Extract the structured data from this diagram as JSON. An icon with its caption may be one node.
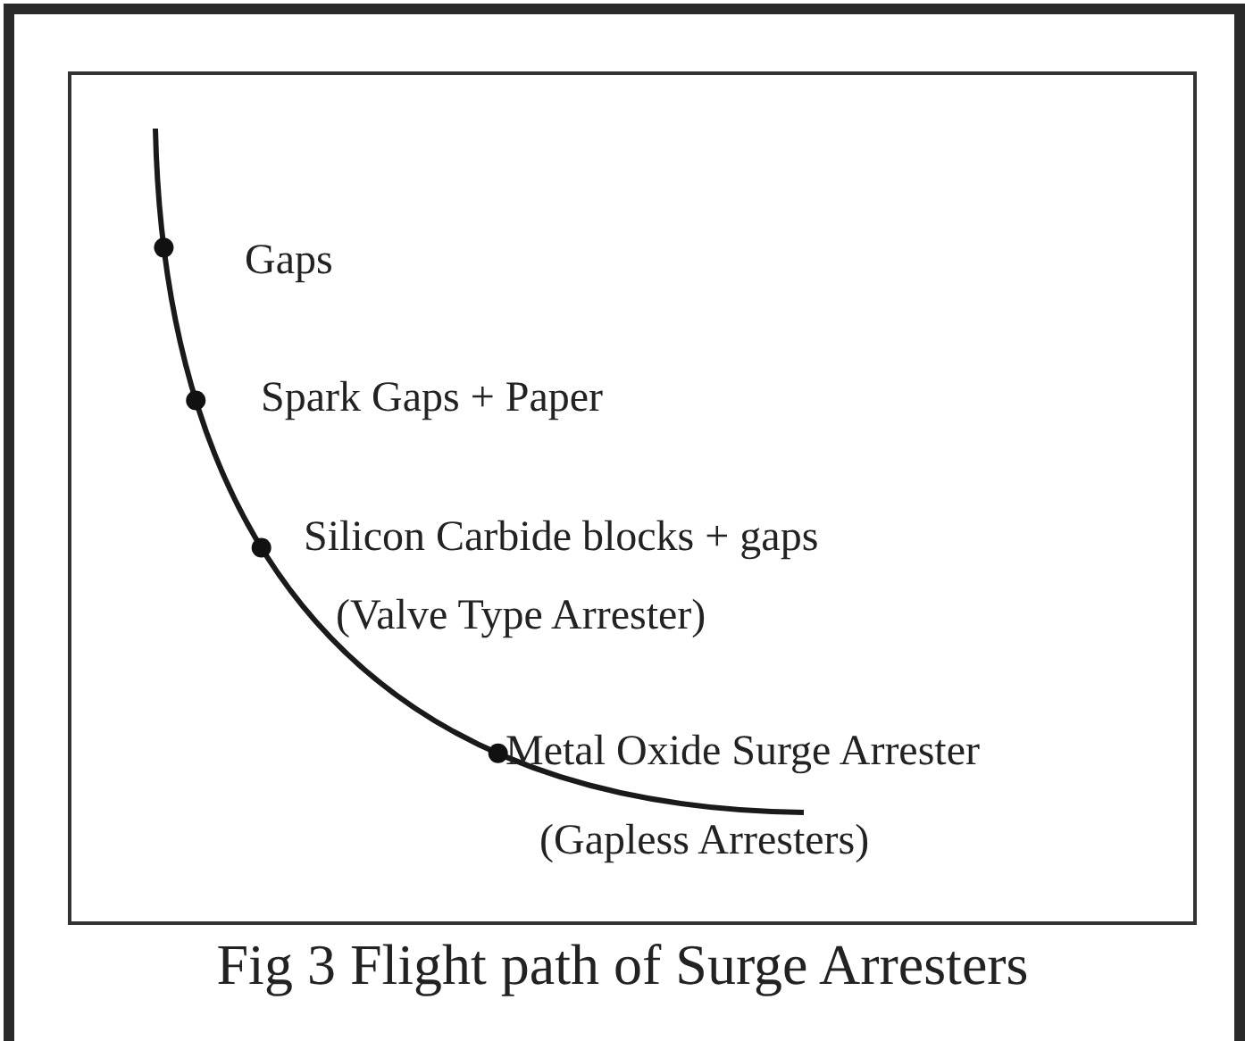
{
  "diagram": {
    "caption": "Fig 3 Flight path of Surge Arresters",
    "labels": [
      "Gaps",
      "Spark Gaps + Paper",
      "Silicon Carbide blocks + gaps",
      "(Valve Type Arrester)",
      "Metal Oxide Surge Arrester",
      "(Gapless Arresters)"
    ]
  }
}
